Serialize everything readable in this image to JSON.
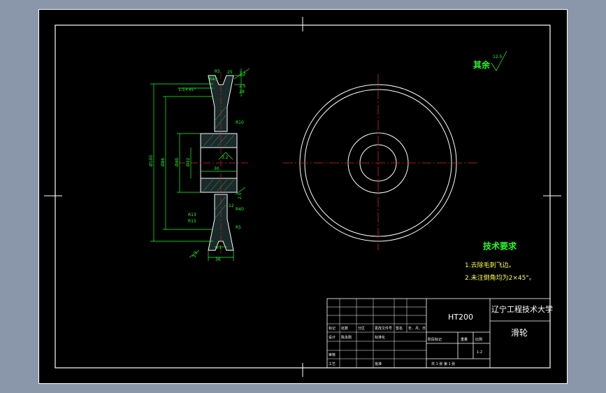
{
  "drawing": {
    "roughness_note": "其余",
    "roughness_value": "12.5",
    "tech_req": {
      "title": "技术要求",
      "items": [
        "1.去除毛刺飞边。",
        "2.未注倒角均为2×45°。"
      ]
    }
  },
  "dimensions": {
    "r5_top": "R5",
    "r40": "R40",
    "r40b": "R40",
    "d3_3": "3.3",
    "d25": "25",
    "d28": "28",
    "d2_5": "2.5",
    "chamfer": "1.5×45°",
    "r10": "R10",
    "d32": "3.2",
    "d100": "Ø100",
    "d86": "Ø86",
    "d40": "Ø40",
    "d30": "30",
    "d23": "Ø32",
    "d12": "12",
    "d2_5b": "2.5",
    "r13": "R13",
    "r15": "R15",
    "r5": "R5",
    "d4_1": "4.1",
    "d36": "36",
    "d3_2b": "3.2"
  },
  "title_block": {
    "material": "HT200",
    "school": "辽宁工程技术大学",
    "part_name": "滑轮",
    "row_labels": [
      "标记",
      "处数",
      "分区",
      "更改文件号",
      "签名",
      "年、月、日"
    ],
    "designer_label": "设计",
    "designer_name": "陈永刚",
    "standard_label": "标准化",
    "review_label": "审核",
    "process_label": "工艺",
    "approve_label": "批准",
    "stage_labels": [
      "阶段标记",
      "重量",
      "比例"
    ],
    "scale": "1:2",
    "sheet_info": "共 1 张   第 1 张"
  }
}
